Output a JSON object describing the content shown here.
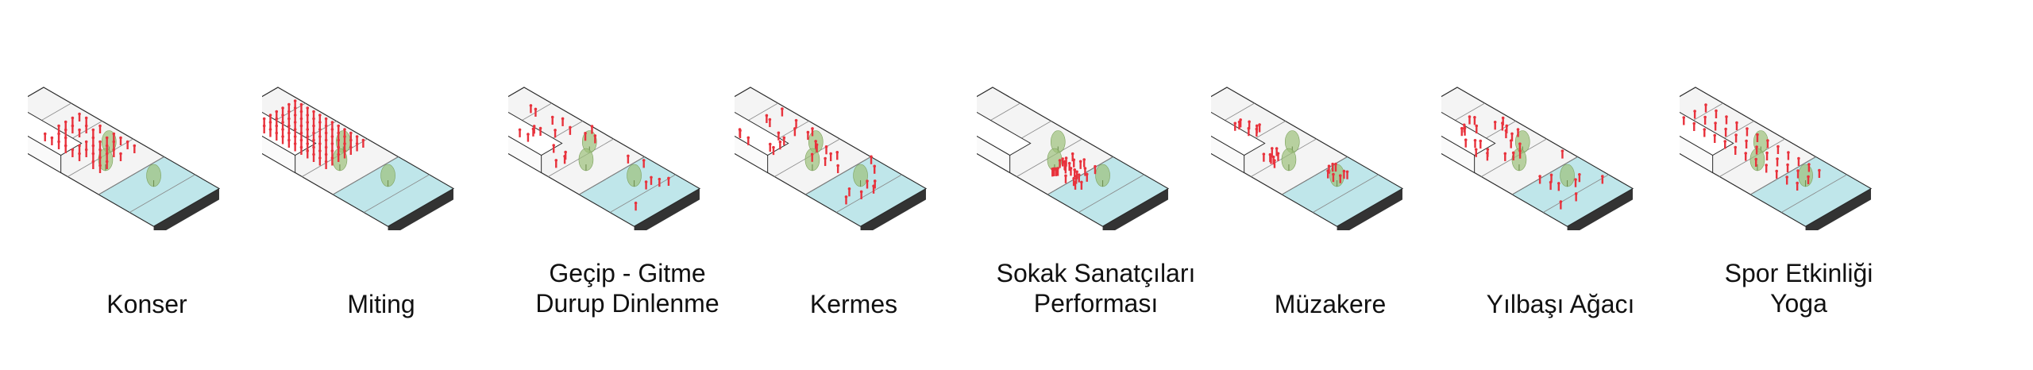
{
  "colors": {
    "people": "#e8323c",
    "trees": "#9cc07a",
    "water": "#bfe6ea",
    "outline": "#2a2a2a",
    "base": "#111111"
  },
  "icons": [
    "building-isometric-icon",
    "person-marker-icon",
    "tree-icon",
    "water-pool-icon"
  ],
  "scenarios": [
    {
      "id": "konser",
      "lines": [
        "Konser"
      ],
      "people": "dense-grid-left"
    },
    {
      "id": "miting",
      "lines": [
        "Miting"
      ],
      "people": "very-dense-left"
    },
    {
      "id": "gecip-gitme",
      "lines": [
        "Geçip - Gitme",
        "Durup Dinlenme"
      ],
      "people": "scattered"
    },
    {
      "id": "kermes",
      "lines": [
        "Kermes"
      ],
      "people": "scattered-stalls"
    },
    {
      "id": "sokak-sanatcilari",
      "lines": [
        "Sokak Sanatçıları",
        "Performası"
      ],
      "people": "cluster-center"
    },
    {
      "id": "muzakere",
      "lines": [
        "Müzakere"
      ],
      "people": "small-groups"
    },
    {
      "id": "yilbasi-agaci",
      "lines": [
        "Yılbaşı Ağacı"
      ],
      "people": "around-tree"
    },
    {
      "id": "spor-etkinligi",
      "lines": [
        "Spor Etkinliği",
        "Yoga"
      ],
      "people": "rows"
    }
  ]
}
